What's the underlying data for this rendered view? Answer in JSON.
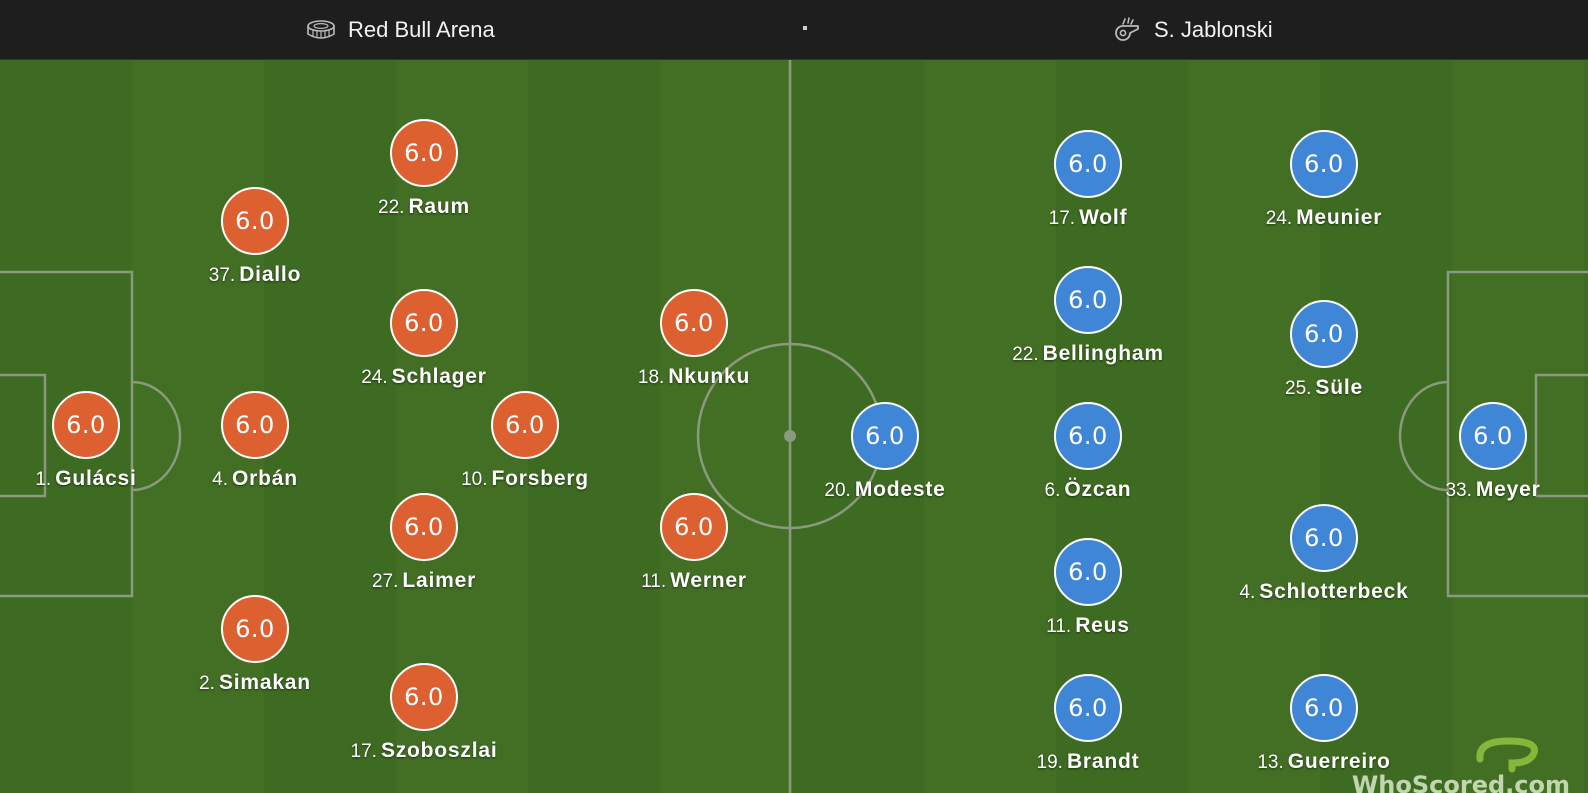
{
  "header": {
    "venue": "Red Bull Arena",
    "venue_icon": "stadium-icon",
    "referee": "S. Jablonski",
    "referee_icon": "whistle-icon"
  },
  "colors": {
    "home": "#dc6030",
    "away": "#3f87d6",
    "pitch_dark": "#3e6b22",
    "pitch_light": "#436f25",
    "lines": "#8a9a7e"
  },
  "home_players": [
    {
      "number": "1.",
      "name": "Gulácsi",
      "rating": "6.0"
    },
    {
      "number": "37.",
      "name": "Diallo",
      "rating": "6.0"
    },
    {
      "number": "4.",
      "name": "Orbán",
      "rating": "6.0"
    },
    {
      "number": "2.",
      "name": "Simakan",
      "rating": "6.0"
    },
    {
      "number": "22.",
      "name": "Raum",
      "rating": "6.0"
    },
    {
      "number": "24.",
      "name": "Schlager",
      "rating": "6.0"
    },
    {
      "number": "27.",
      "name": "Laimer",
      "rating": "6.0"
    },
    {
      "number": "17.",
      "name": "Szoboszlai",
      "rating": "6.0"
    },
    {
      "number": "10.",
      "name": "Forsberg",
      "rating": "6.0"
    },
    {
      "number": "18.",
      "name": "Nkunku",
      "rating": "6.0"
    },
    {
      "number": "11.",
      "name": "Werner",
      "rating": "6.0"
    }
  ],
  "away_players": [
    {
      "number": "20.",
      "name": "Modeste",
      "rating": "6.0"
    },
    {
      "number": "17.",
      "name": "Wolf",
      "rating": "6.0"
    },
    {
      "number": "22.",
      "name": "Bellingham",
      "rating": "6.0"
    },
    {
      "number": "6.",
      "name": "Özcan",
      "rating": "6.0"
    },
    {
      "number": "11.",
      "name": "Reus",
      "rating": "6.0"
    },
    {
      "number": "19.",
      "name": "Brandt",
      "rating": "6.0"
    },
    {
      "number": "24.",
      "name": "Meunier",
      "rating": "6.0"
    },
    {
      "number": "25.",
      "name": "Süle",
      "rating": "6.0"
    },
    {
      "number": "4.",
      "name": "Schlotterbeck",
      "rating": "6.0"
    },
    {
      "number": "13.",
      "name": "Guerreiro",
      "rating": "6.0"
    },
    {
      "number": "33.",
      "name": "Meyer",
      "rating": "6.0"
    }
  ],
  "brand": {
    "logo_text": "WhoScored.com"
  }
}
